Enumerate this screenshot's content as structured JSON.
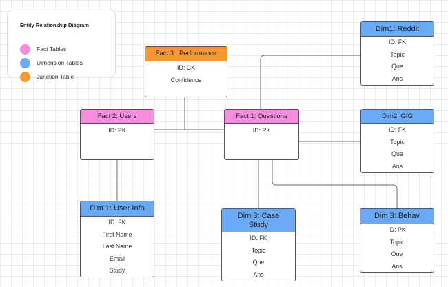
{
  "legend": {
    "title": "Entity Relationship Diagram",
    "items": [
      {
        "label": "Fact Tables",
        "color": "#f48ce0"
      },
      {
        "label": "Dimension Tables",
        "color": "#6aaaf5"
      },
      {
        "label": "Junction Table",
        "color": "#f6982f"
      }
    ]
  },
  "entities": {
    "fact3": {
      "title": "Fact 3 : Performance",
      "kind": "junction",
      "fields": [
        "ID: CK",
        "Confidence"
      ]
    },
    "fact2": {
      "title": "Fact 2: Users",
      "kind": "fact",
      "fields": [
        "ID: PK"
      ]
    },
    "fact1": {
      "title": "Fact 1: Questions",
      "kind": "fact",
      "fields": [
        "ID: PK"
      ]
    },
    "dim1_reddit": {
      "title": "Dim1: Reddit",
      "kind": "dimension",
      "fields": [
        "ID: FK",
        "Topic",
        "Que",
        "Ans"
      ]
    },
    "dim2_gfg": {
      "title": "Dim2: GfG",
      "kind": "dimension",
      "fields": [
        "ID: FK",
        "Topic",
        "Que",
        "Ans"
      ]
    },
    "dim1_userinfo": {
      "title": "Dim 1: User Info",
      "kind": "dimension",
      "fields": [
        "ID: FK",
        "First Name",
        "Last Name",
        "Email",
        "Study"
      ]
    },
    "dim3_case": {
      "title": "Dim 3: Case Study",
      "kind": "dimension",
      "fields": [
        "ID: FK",
        "Topic",
        "Que",
        "Ans"
      ]
    },
    "dim3_behav": {
      "title": "Dim 3: Behav",
      "kind": "dimension",
      "fields": [
        "ID: PK",
        "Topic",
        "Que",
        "Ans"
      ]
    }
  },
  "relationships": [
    {
      "from": "fact2",
      "to": "fact1"
    },
    {
      "from": "fact3",
      "to": "fact1"
    },
    {
      "from": "fact2",
      "to": "dim1_userinfo"
    },
    {
      "from": "fact1",
      "to": "dim1_reddit"
    },
    {
      "from": "fact1",
      "to": "dim2_gfg"
    },
    {
      "from": "fact1",
      "to": "dim3_case"
    },
    {
      "from": "fact1",
      "to": "dim3_behav"
    }
  ]
}
